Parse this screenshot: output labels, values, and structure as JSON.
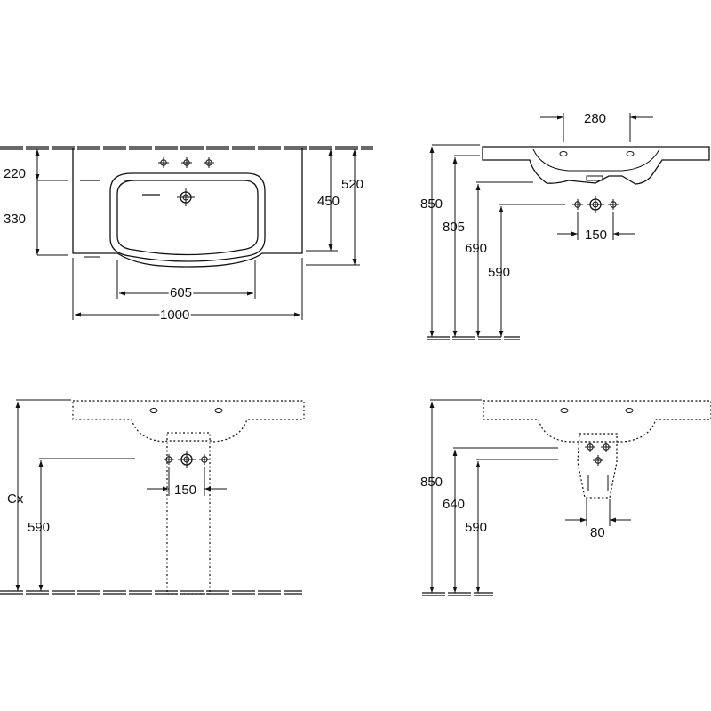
{
  "top_view": {
    "dim_220": "220",
    "dim_330": "330",
    "dim_450": "450",
    "dim_520": "520",
    "dim_605": "605",
    "dim_1000": "1000"
  },
  "side_view": {
    "dim_280": "280",
    "dim_850": "850",
    "dim_805": "805",
    "dim_690": "690",
    "dim_590": "590",
    "dim_150": "150"
  },
  "front_pedestal": {
    "dim_cx": "Cx",
    "dim_590": "590",
    "dim_150": "150"
  },
  "front_siphon": {
    "dim_850": "850",
    "dim_640": "640",
    "dim_590": "590",
    "dim_80": "80"
  },
  "colors": {
    "line": "#111111",
    "background": "#ffffff"
  }
}
